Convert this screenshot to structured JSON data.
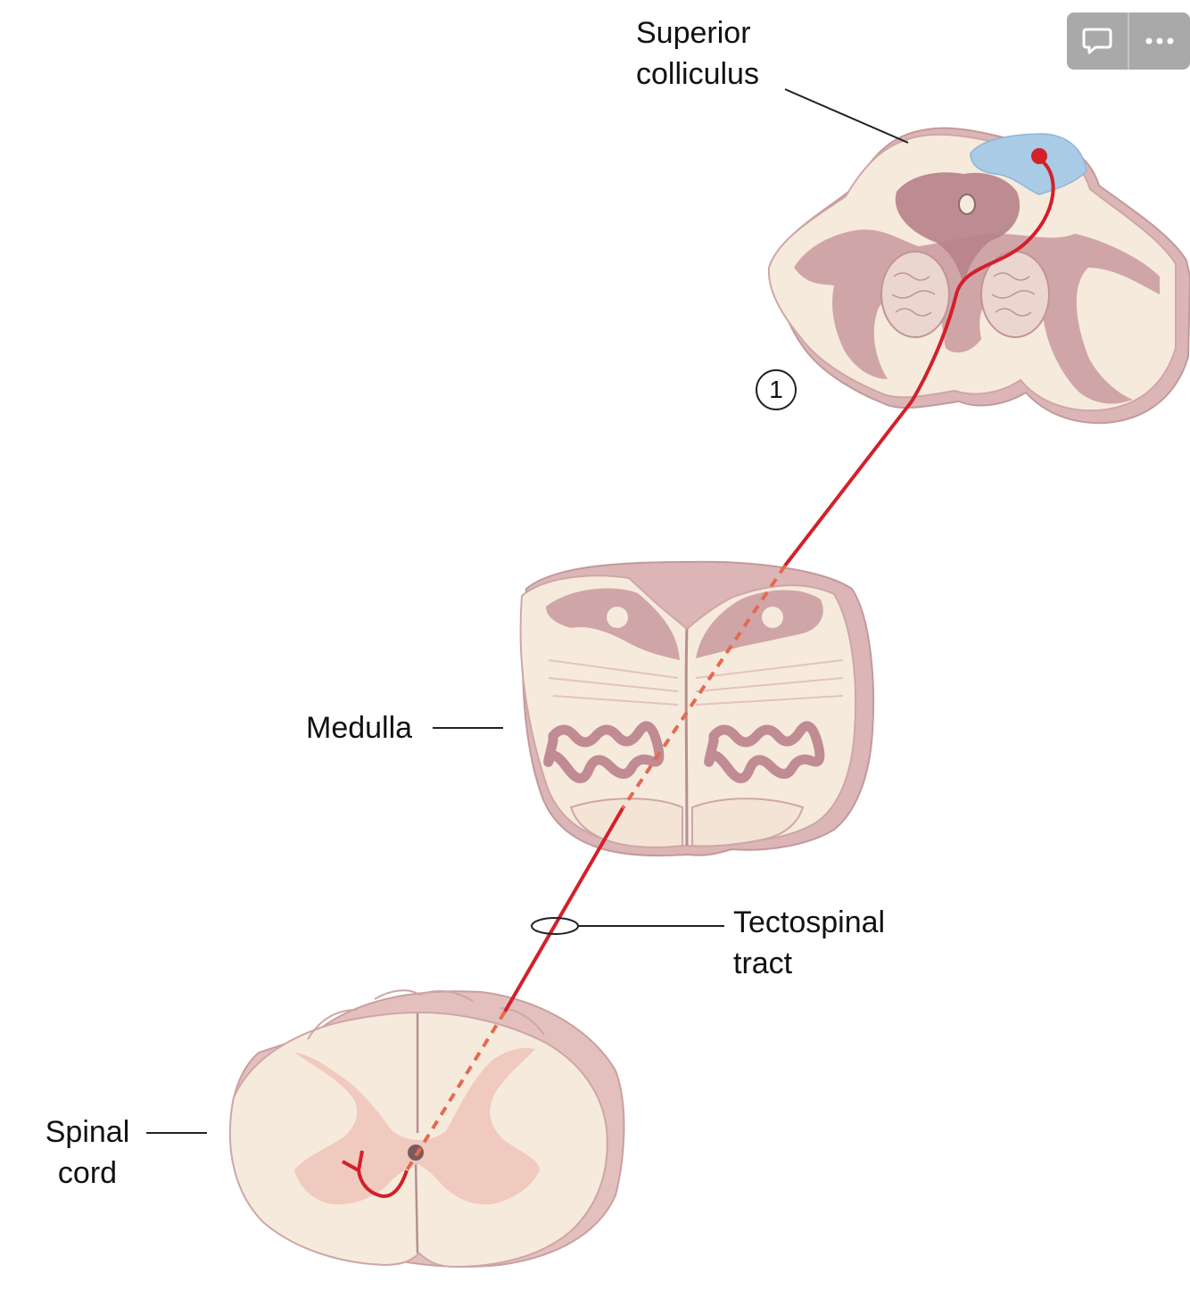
{
  "labels": {
    "superior_colliculus": [
      "Superior",
      "colliculus"
    ],
    "medulla": "Medulla",
    "tectospinal_tract": [
      "Tectospinal",
      "tract"
    ],
    "spinal_cord": [
      "Spinal",
      "cord"
    ]
  },
  "marker": "1",
  "toolbar": {
    "comment_icon": "speech-bubble-icon",
    "more_icon": "ellipsis-icon"
  },
  "colors": {
    "tract": "#d3202a",
    "tissue": "#f6eadc",
    "tissue_edge": "#d8b2b4",
    "white_matter": "#c9999f",
    "gray_matter": "#efc8bc",
    "colliculus_highlight": "#a9cbe6",
    "toolbar_bg": "#a9a9a9"
  }
}
